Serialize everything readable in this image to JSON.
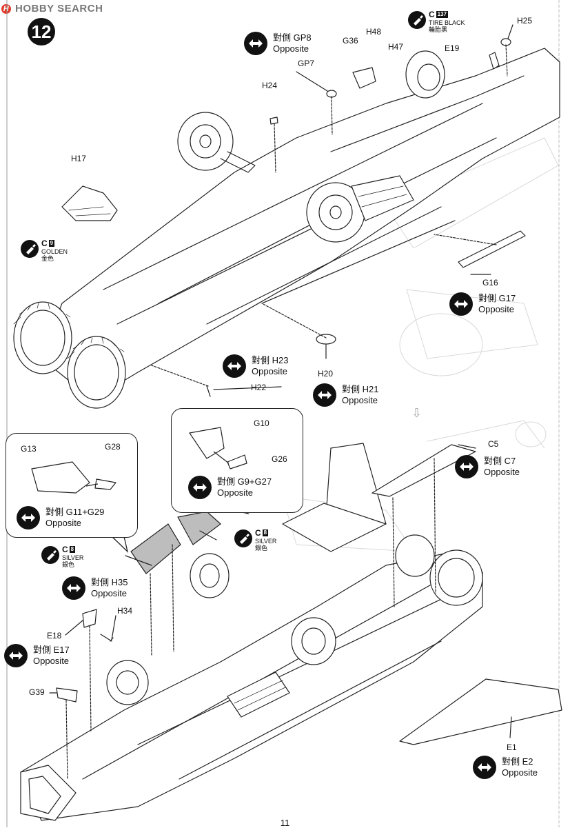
{
  "header": {
    "brand": "HOBBY SEARCH",
    "brand_mark": "H"
  },
  "step": {
    "number": "12"
  },
  "page": {
    "number": "11"
  },
  "colors": {
    "ink": "#111111",
    "line": "#222222",
    "ghost": "#cfcfcf",
    "brand_red": "#e03a2a"
  },
  "icons": {
    "swap": "double-arrow-icon",
    "paint": "paint-brush-icon",
    "next": "down-arrow-icon"
  },
  "parts_top": {
    "h25": "H25",
    "gp8_note": "對側 GP8",
    "gp8_opp": "Opposite",
    "gp7": "GP7",
    "g36": "G36",
    "h48": "H48",
    "h47": "H47",
    "e19": "E19",
    "h24": "H24",
    "h17": "H17",
    "g16": "G16",
    "g17_note": "對側 G17",
    "g17_opp": "Opposite",
    "h23_note": "對側 H23",
    "h23_opp": "Opposite",
    "h22": "H22",
    "h20": "H20",
    "h21_note": "對側 H21",
    "h21_opp": "Opposite"
  },
  "paints_top": {
    "tire": {
      "code": "C",
      "num": "137",
      "en": "TIRE BLACK",
      "zh": "輪胎黑"
    },
    "golden": {
      "code": "C",
      "num": "9",
      "en": "GOLDEN",
      "zh": "金色"
    }
  },
  "parts_bottom": {
    "g10": "G10",
    "g26": "G26",
    "g9_note": "對側 G9+G27",
    "g9_opp": "Opposite",
    "g13": "G13",
    "g28": "G28",
    "g11_note": "對側 G11+G29",
    "g11_opp": "Opposite",
    "c5": "C5",
    "c7_note": "對側 C7",
    "c7_opp": "Opposite",
    "h35_note": "對側 H35",
    "h35_opp": "Opposite",
    "h34": "H34",
    "e18": "E18",
    "e17_note": "對側 E17",
    "e17_opp": "Opposite",
    "g39": "G39",
    "e1": "E1",
    "e2_note": "對側 E2",
    "e2_opp": "Opposite"
  },
  "paints_bottom": {
    "silver_left": {
      "code": "C",
      "num": "8",
      "en": "SILVER",
      "zh": "銀色"
    },
    "silver_right": {
      "code": "C",
      "num": "8",
      "en": "SILVER",
      "zh": "銀色"
    }
  }
}
